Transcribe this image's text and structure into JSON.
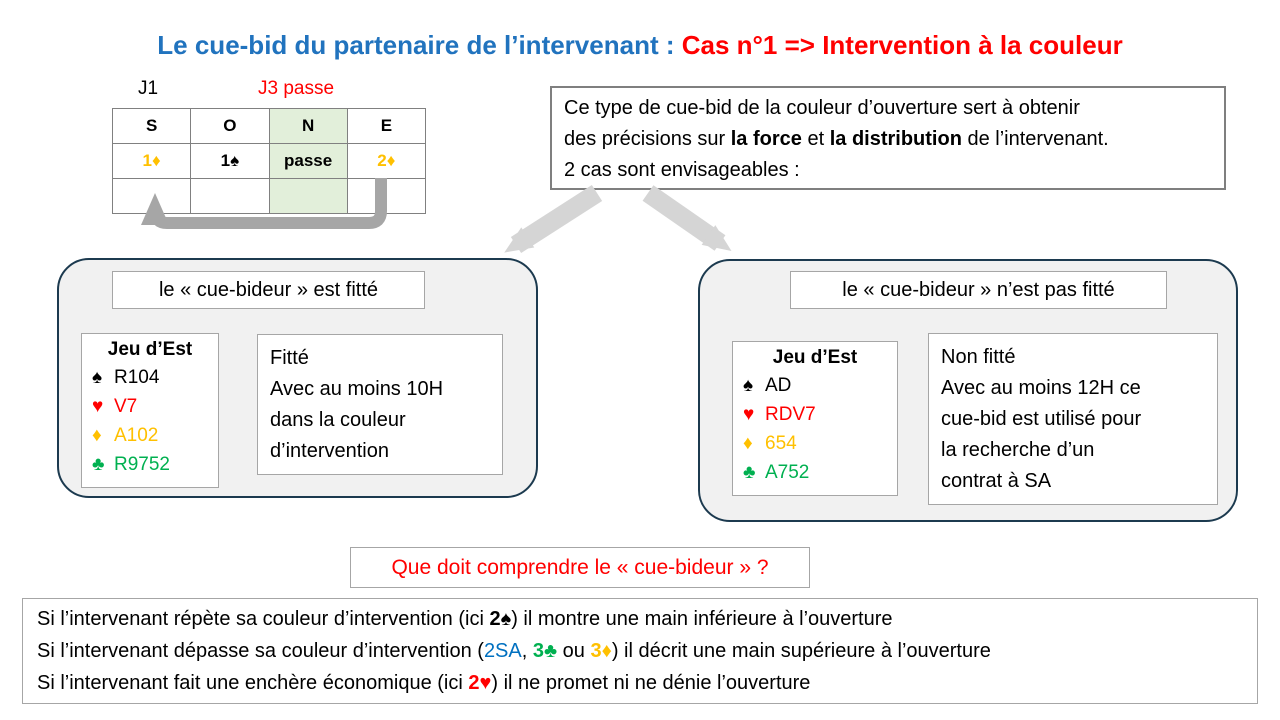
{
  "colors": {
    "title_blue": "#2173BE",
    "title_red": "#FF0000",
    "suit_spade": "#000000",
    "suit_heart": "#FF0000",
    "suit_diamond": "#FFC000",
    "suit_club": "#00B050",
    "table_highlight": "#E2EFDA",
    "panel_border": "#1C3A4F",
    "panel_fill": "#F1F1F1",
    "arrow_gray": "#A6A6A6",
    "split_arrow_gray": "#D5D5D5"
  },
  "title": {
    "blue_part": "Le cue-bid du partenaire de l’intervenant : ",
    "red_part": "Cas n°1 => Intervention à la couleur"
  },
  "auction": {
    "dealer_label": "J1",
    "north_label": "J3 passe",
    "headers": [
      "S",
      "O",
      "N",
      "E"
    ],
    "bids": [
      {
        "t": "1♦",
        "c": "#FFC000"
      },
      {
        "t": "1♠",
        "c": "#000000"
      },
      {
        "t": "passe",
        "c": "#000000"
      },
      {
        "t": "2♦",
        "c": "#FFC000"
      }
    ],
    "highlight_column": "N"
  },
  "intro_box": {
    "lines": [
      [
        {
          "t": "Ce type de cue-bid de la couleur d’ouverture sert à obtenir"
        }
      ],
      [
        {
          "t": "des précisions sur "
        },
        {
          "t": "la force",
          "b": true
        },
        {
          "t": " et "
        },
        {
          "t": "la distribution",
          "b": true
        },
        {
          "t": " de l’intervenant."
        }
      ],
      [
        {
          "t": "2 cas sont envisageables :"
        }
      ]
    ]
  },
  "fitted_panel": {
    "label": "le « cue-bideur » est fitté",
    "hand_title": "Jeu d’Est",
    "hand": [
      {
        "suit": "♠",
        "cards": "R104",
        "c": "#000000"
      },
      {
        "suit": "♥",
        "cards": "V7",
        "c": "#FF0000"
      },
      {
        "suit": "♦",
        "cards": "A102",
        "c": "#FFC000"
      },
      {
        "suit": "♣",
        "cards": "R9752",
        "c": "#00B050"
      }
    ],
    "desc_lines": [
      "Fitté",
      "Avec au moins 10H",
      "dans la couleur",
      "d’intervention"
    ]
  },
  "unfitted_panel": {
    "label": "le « cue-bideur » n’est pas fitté",
    "hand_title": "Jeu d’Est",
    "hand": [
      {
        "suit": "♠",
        "cards": "AD",
        "c": "#000000"
      },
      {
        "suit": "♥",
        "cards": "RDV7",
        "c": "#FF0000"
      },
      {
        "suit": "♦",
        "cards": "654",
        "c": "#FFC000"
      },
      {
        "suit": "♣",
        "cards": "A752",
        "c": "#00B050"
      }
    ],
    "desc_lines": [
      "Non fitté",
      "Avec au moins 12H ce",
      "cue-bid est utilisé pour",
      "la recherche d’un",
      "contrat à SA"
    ]
  },
  "question_box": {
    "text": "Que doit comprendre le « cue-bideur » ?"
  },
  "rules_box": {
    "lines": [
      [
        {
          "t": "Si l’intervenant répète sa couleur d’intervention (ici "
        },
        {
          "t": "2♠",
          "b": true
        },
        {
          "t": ") il montre une main inférieure à l’ouverture"
        }
      ],
      [
        {
          "t": "Si l’intervenant dépasse sa couleur d’intervention ("
        },
        {
          "t": "2SA",
          "c": "#0070C0"
        },
        {
          "t": ", "
        },
        {
          "t": "3♣",
          "c": "#00B050",
          "b": true
        },
        {
          "t": " ou "
        },
        {
          "t": "3♦",
          "c": "#FFC000",
          "b": true
        },
        {
          "t": ") il décrit une main supérieure à l’ouverture"
        }
      ],
      [
        {
          "t": "Si l’intervenant fait une enchère économique (ici "
        },
        {
          "t": "2♥",
          "c": "#FF0000",
          "b": true
        },
        {
          "t": ") il ne promet ni ne dénie l’ouverture"
        }
      ]
    ]
  }
}
